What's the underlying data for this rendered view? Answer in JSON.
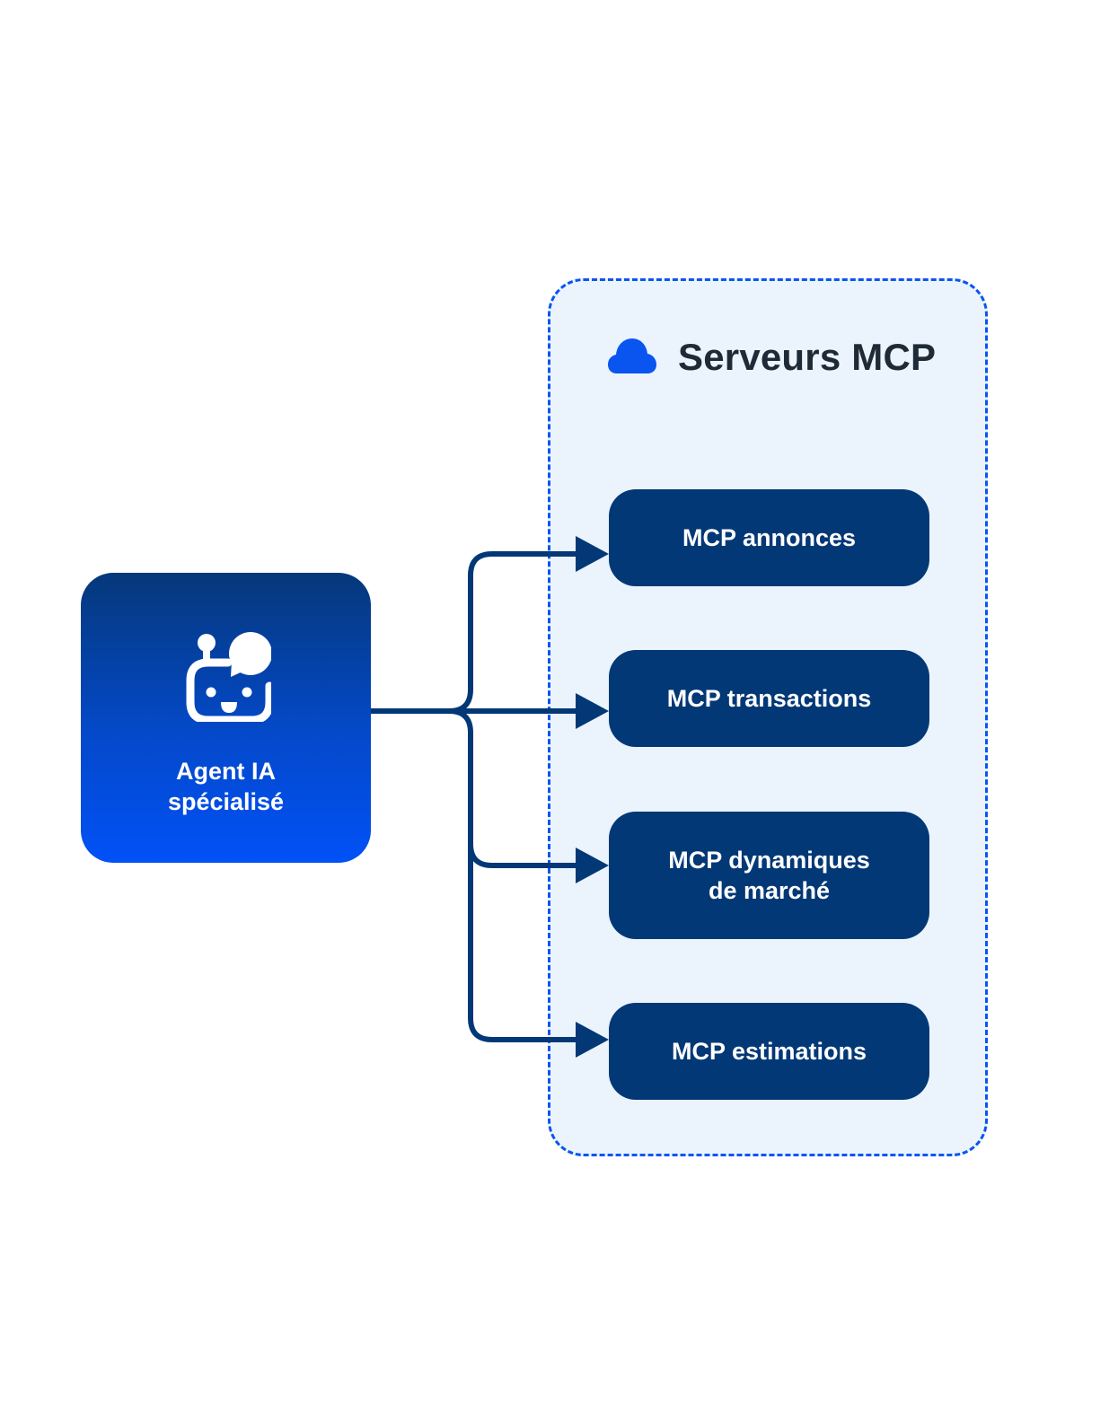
{
  "agent": {
    "label_line1": "Agent IA",
    "label_line2": "spécialisé",
    "icon": "robot-chat-icon"
  },
  "servers": {
    "title": "Serveurs MCP",
    "icon": "cloud-icon",
    "items": [
      {
        "line1": "MCP annonces",
        "line2": ""
      },
      {
        "line1": "MCP transactions",
        "line2": ""
      },
      {
        "line1": "MCP dynamiques",
        "line2": "de marché"
      },
      {
        "line1": "MCP estimations",
        "line2": ""
      }
    ]
  },
  "colors": {
    "accent": "#0a55f0",
    "navy": "#033876",
    "container_fill": "#ebf4fd",
    "title_text": "#1f2a37"
  }
}
